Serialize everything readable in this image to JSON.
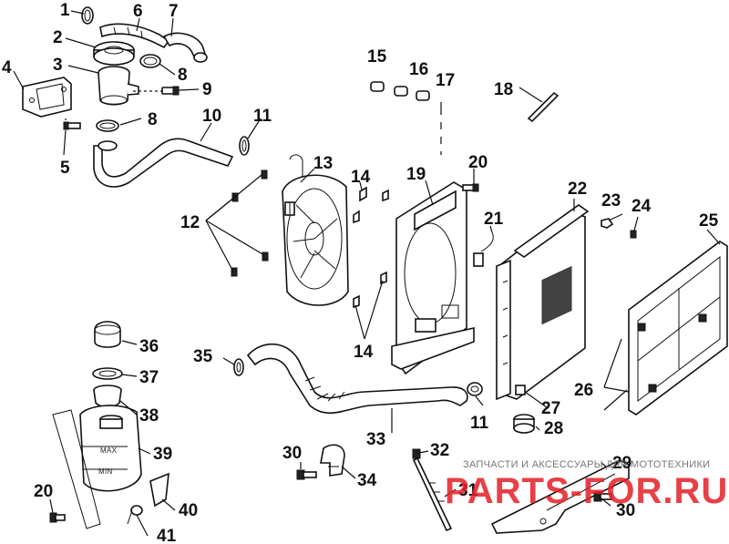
{
  "labels": {
    "l1": "1",
    "l2": "2",
    "l3": "3",
    "l4": "4",
    "l5": "5",
    "l6": "6",
    "l7": "7",
    "l8a": "8",
    "l8b": "8",
    "l9": "9",
    "l10": "10",
    "l11a": "11",
    "l11b": "11",
    "l12": "12",
    "l13": "13",
    "l14a": "14",
    "l14b": "14",
    "l15": "15",
    "l16": "16",
    "l17": "17",
    "l18": "18",
    "l19": "19",
    "l20a": "20",
    "l20b": "20",
    "l21": "21",
    "l22": "22",
    "l23": "23",
    "l24": "24",
    "l25": "25",
    "l26": "26",
    "l27": "27",
    "l28": "28",
    "l29": "29",
    "l30a": "30",
    "l30b": "30",
    "l31": "31",
    "l32": "32",
    "l33": "33",
    "l34": "34",
    "l35": "35",
    "l36": "36",
    "l37": "37",
    "l38": "38",
    "l39": "39",
    "l40": "40",
    "l41": "41"
  },
  "tank": {
    "max_mark": "MAX",
    "min_mark": "MIN"
  },
  "watermark": {
    "caption": "ЗАПЧАСТИ И АКСЕССУАРЫ ДЛЯ МОТОТЕХНИКИ",
    "logo": "PARTS-FOR.RU"
  }
}
